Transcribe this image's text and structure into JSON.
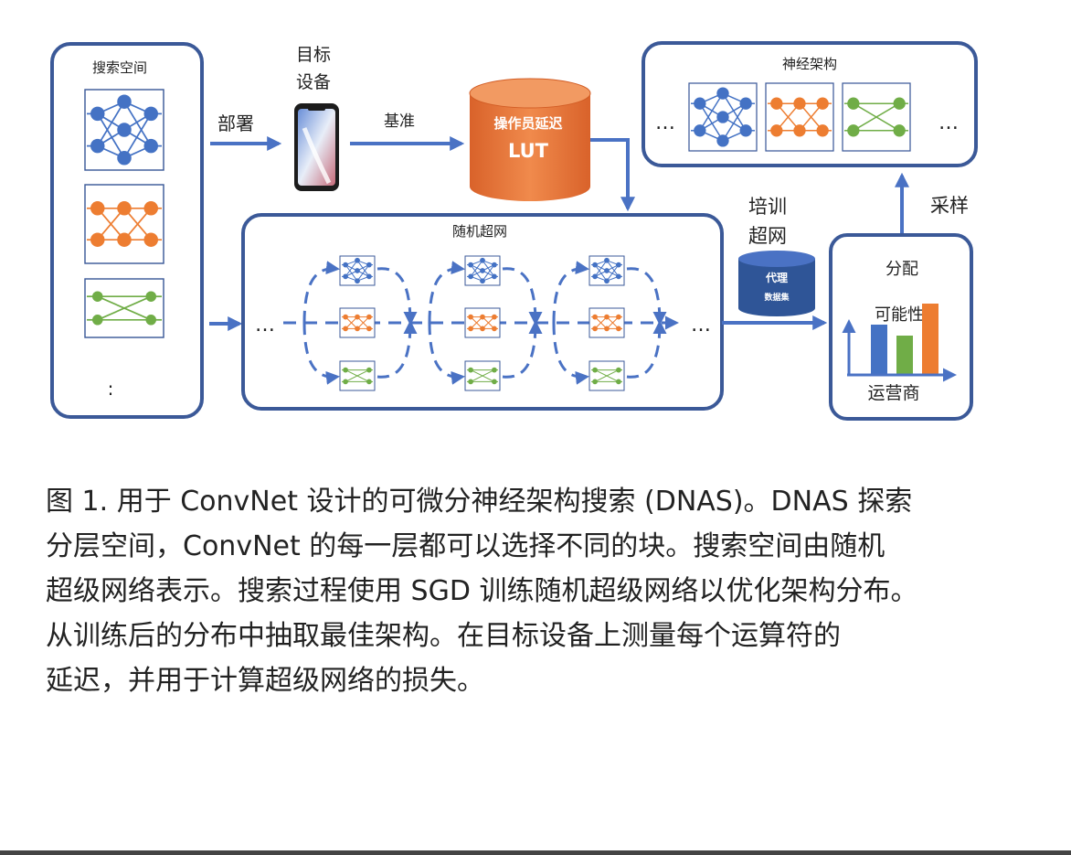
{
  "labels": {
    "search_space": "搜索空间",
    "deploy": "部署",
    "target_device_line1": "目标",
    "target_device_line2": "设备",
    "benchmark": "基准",
    "op_latency": "操作员延迟",
    "lut": "LUT",
    "neural_arch": "神经架构",
    "sampling": "采样",
    "train_line1": "培训",
    "train_line2": "超网",
    "proxy_line1": "代理",
    "proxy_line2": "数据集",
    "stochastic_supernet": "随机超网",
    "distribution": "分配",
    "probability": "可能性",
    "operator": "运营商",
    "ellipsis": "…",
    "colon": ":"
  },
  "probability_chart": {
    "categories": [
      "blue",
      "green",
      "orange"
    ],
    "values": [
      0.54,
      0.42,
      0.77
    ],
    "colors": [
      "#4472c4",
      "#70ad47",
      "#ed7d31"
    ]
  },
  "colors": {
    "box_border": "#3b5998",
    "arrow": "#4a72c4",
    "blue": "#4472c4",
    "orange": "#ed7d31",
    "green": "#70ad47",
    "lut_fill": "#e8763a",
    "proxy_fill": "#2f5597"
  },
  "caption": {
    "line1": "图 1. 用于 ConvNet 设计的可微分神经架构搜索 (DNAS)。DNAS 探索",
    "line2": "分层空间，ConvNet 的每一层都可以选择不同的块。搜索空间由随机",
    "line3": "超级网络表示。搜索过程使用 SGD 训练随机超级网络以优化架构分布。",
    "line4": "从训练后的分布中抽取最佳架构。在目标设备上测量每个运算符的",
    "line5": "延迟，并用于计算超级网络的损失。"
  }
}
